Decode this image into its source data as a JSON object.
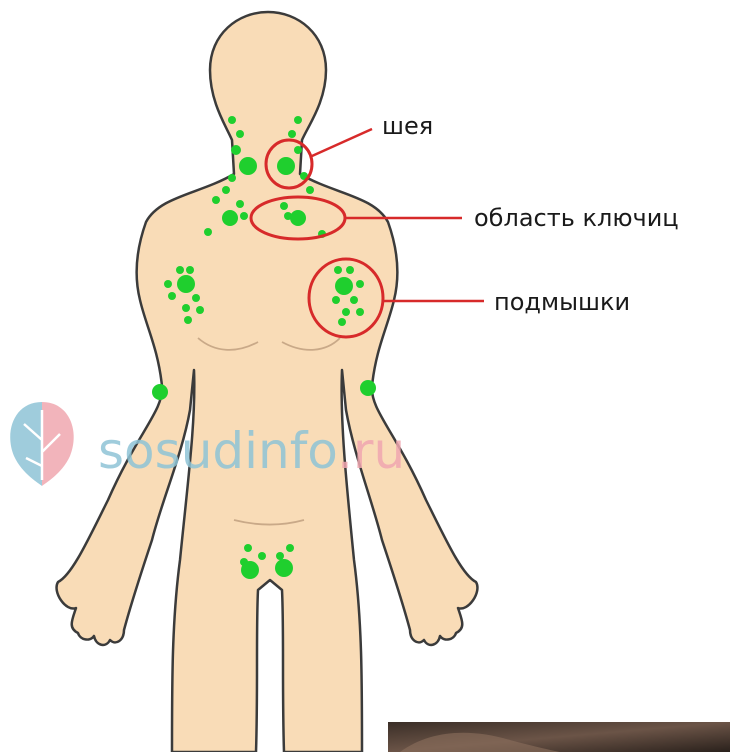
{
  "labels": {
    "neck": "шея",
    "clavicle": "область ключиц",
    "armpits": "подмышки"
  },
  "watermark": {
    "main": "sosudinfo",
    "suffix": ".ru"
  },
  "colors": {
    "skin": "#f9dcb7",
    "outline": "#3b3b3b",
    "node": "#1fcf2e",
    "highlight": "#d72a2a",
    "watermark_blue": "#8fc4d6",
    "watermark_pink": "#f0a7b0"
  }
}
